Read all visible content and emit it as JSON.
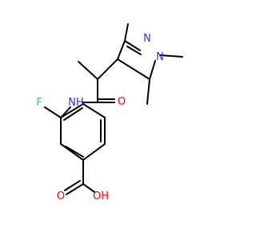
{
  "colors": {
    "bond": "#000000",
    "nitrogen": "#3030ff",
    "oxygen": "#ff0000",
    "fluorine": "#2ecc71"
  },
  "atoms": {
    "n_ring_top": "N",
    "n_ring_methyl": "N",
    "nh": "NH",
    "o_amide": "O",
    "f": "F",
    "o_acid_carbonyl": "O",
    "oh": "OH"
  }
}
